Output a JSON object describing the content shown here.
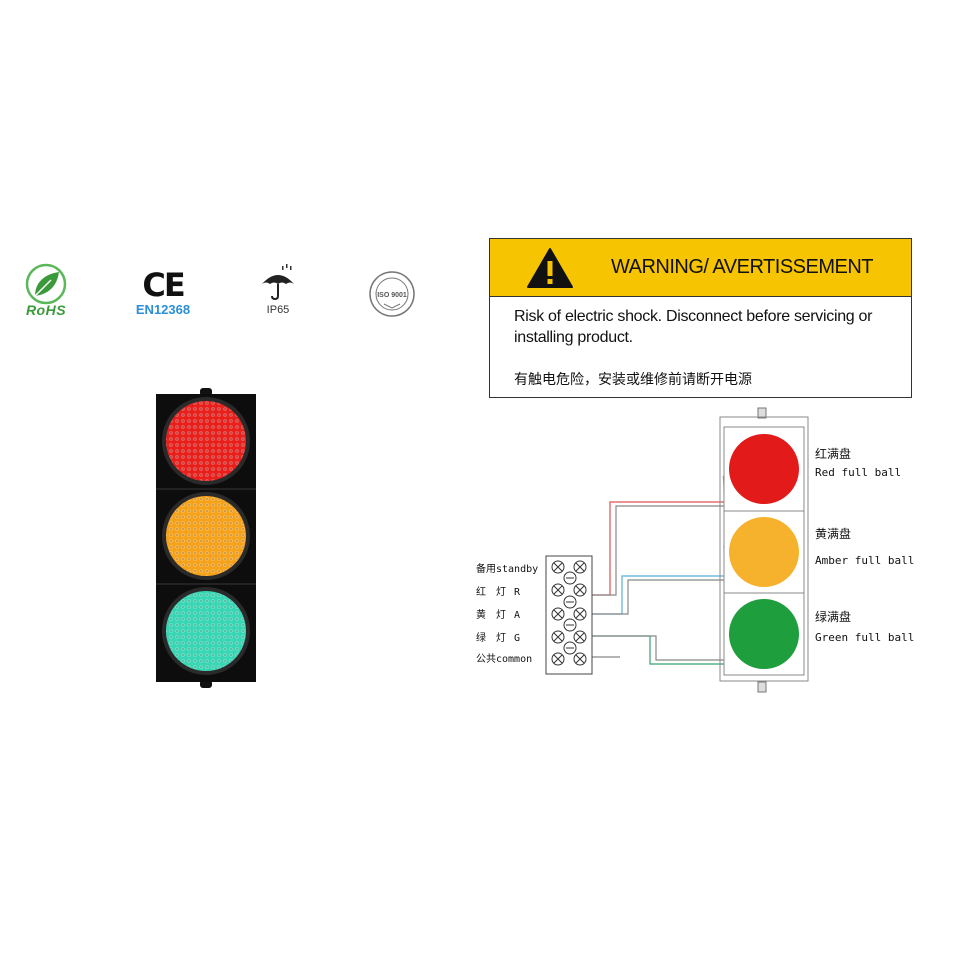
{
  "certifications": [
    {
      "name": "rohs",
      "text": "RoHS",
      "color": "#3a9a3a"
    },
    {
      "name": "ce",
      "mark": "CE",
      "text": "EN12368",
      "color": "#2a8fd8"
    },
    {
      "name": "ip",
      "text": "IP65"
    },
    {
      "name": "iso",
      "text": "ISO 9001"
    }
  ],
  "warning": {
    "title": "WARNING/ AVERTISSEMENT",
    "text_en": "Risk of electric shock. Disconnect before servicing or installing product.",
    "text_cn": "有触电危险，安装或维修前请断开电源",
    "header_color": "#f6c400"
  },
  "product_lights": [
    {
      "name": "red",
      "color": "#e8201c"
    },
    {
      "name": "amber",
      "color": "#f5a21a"
    },
    {
      "name": "green",
      "color": "#39d6b4"
    }
  ],
  "terminal_labels": [
    {
      "cn": "备用",
      "en": "standby"
    },
    {
      "cn": "红　灯",
      "en": "R"
    },
    {
      "cn": "黄　灯",
      "en": "A"
    },
    {
      "cn": "绿　灯",
      "en": "G"
    },
    {
      "cn": "公共",
      "en": "common"
    }
  ],
  "lamps": [
    {
      "cn": "红满盘",
      "en": "Red full ball",
      "color": "#e21a1a"
    },
    {
      "cn": "黄满盘",
      "en": "Amber full ball",
      "color": "#f6b22c"
    },
    {
      "cn": "绿满盘",
      "en": "Green full ball",
      "color": "#1f9e3e"
    }
  ],
  "wire_colors": {
    "red": "#e05050",
    "blue": "#5aaed8",
    "green": "#3aa070",
    "gray": "#888888"
  }
}
